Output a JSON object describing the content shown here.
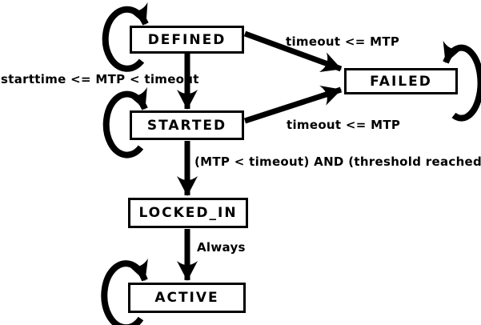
{
  "diagram": {
    "type": "state-machine",
    "background_color": "#ffffff",
    "line_color": "#000000",
    "text_color": "#000000"
  },
  "states": {
    "defined": {
      "label": "DEFINED",
      "self_loop": true
    },
    "failed": {
      "label": "FAILED",
      "self_loop": true
    },
    "started": {
      "label": "STARTED",
      "self_loop": true
    },
    "locked_in": {
      "label": "LOCKED_IN",
      "self_loop": false
    },
    "active": {
      "label": "ACTIVE",
      "self_loop": true
    }
  },
  "edges": {
    "defined_to_failed": {
      "from": "DEFINED",
      "to": "FAILED",
      "label": "timeout <= MTP"
    },
    "defined_to_started": {
      "from": "DEFINED",
      "to": "STARTED",
      "label": "starttime <= MTP < timeout"
    },
    "started_to_failed": {
      "from": "STARTED",
      "to": "FAILED",
      "label": "timeout <= MTP"
    },
    "started_to_locked_in": {
      "from": "STARTED",
      "to": "LOCKED_IN",
      "label": "(MTP < timeout) AND (threshold reached)"
    },
    "locked_in_to_active": {
      "from": "LOCKED_IN",
      "to": "ACTIVE",
      "label": "Always"
    }
  }
}
